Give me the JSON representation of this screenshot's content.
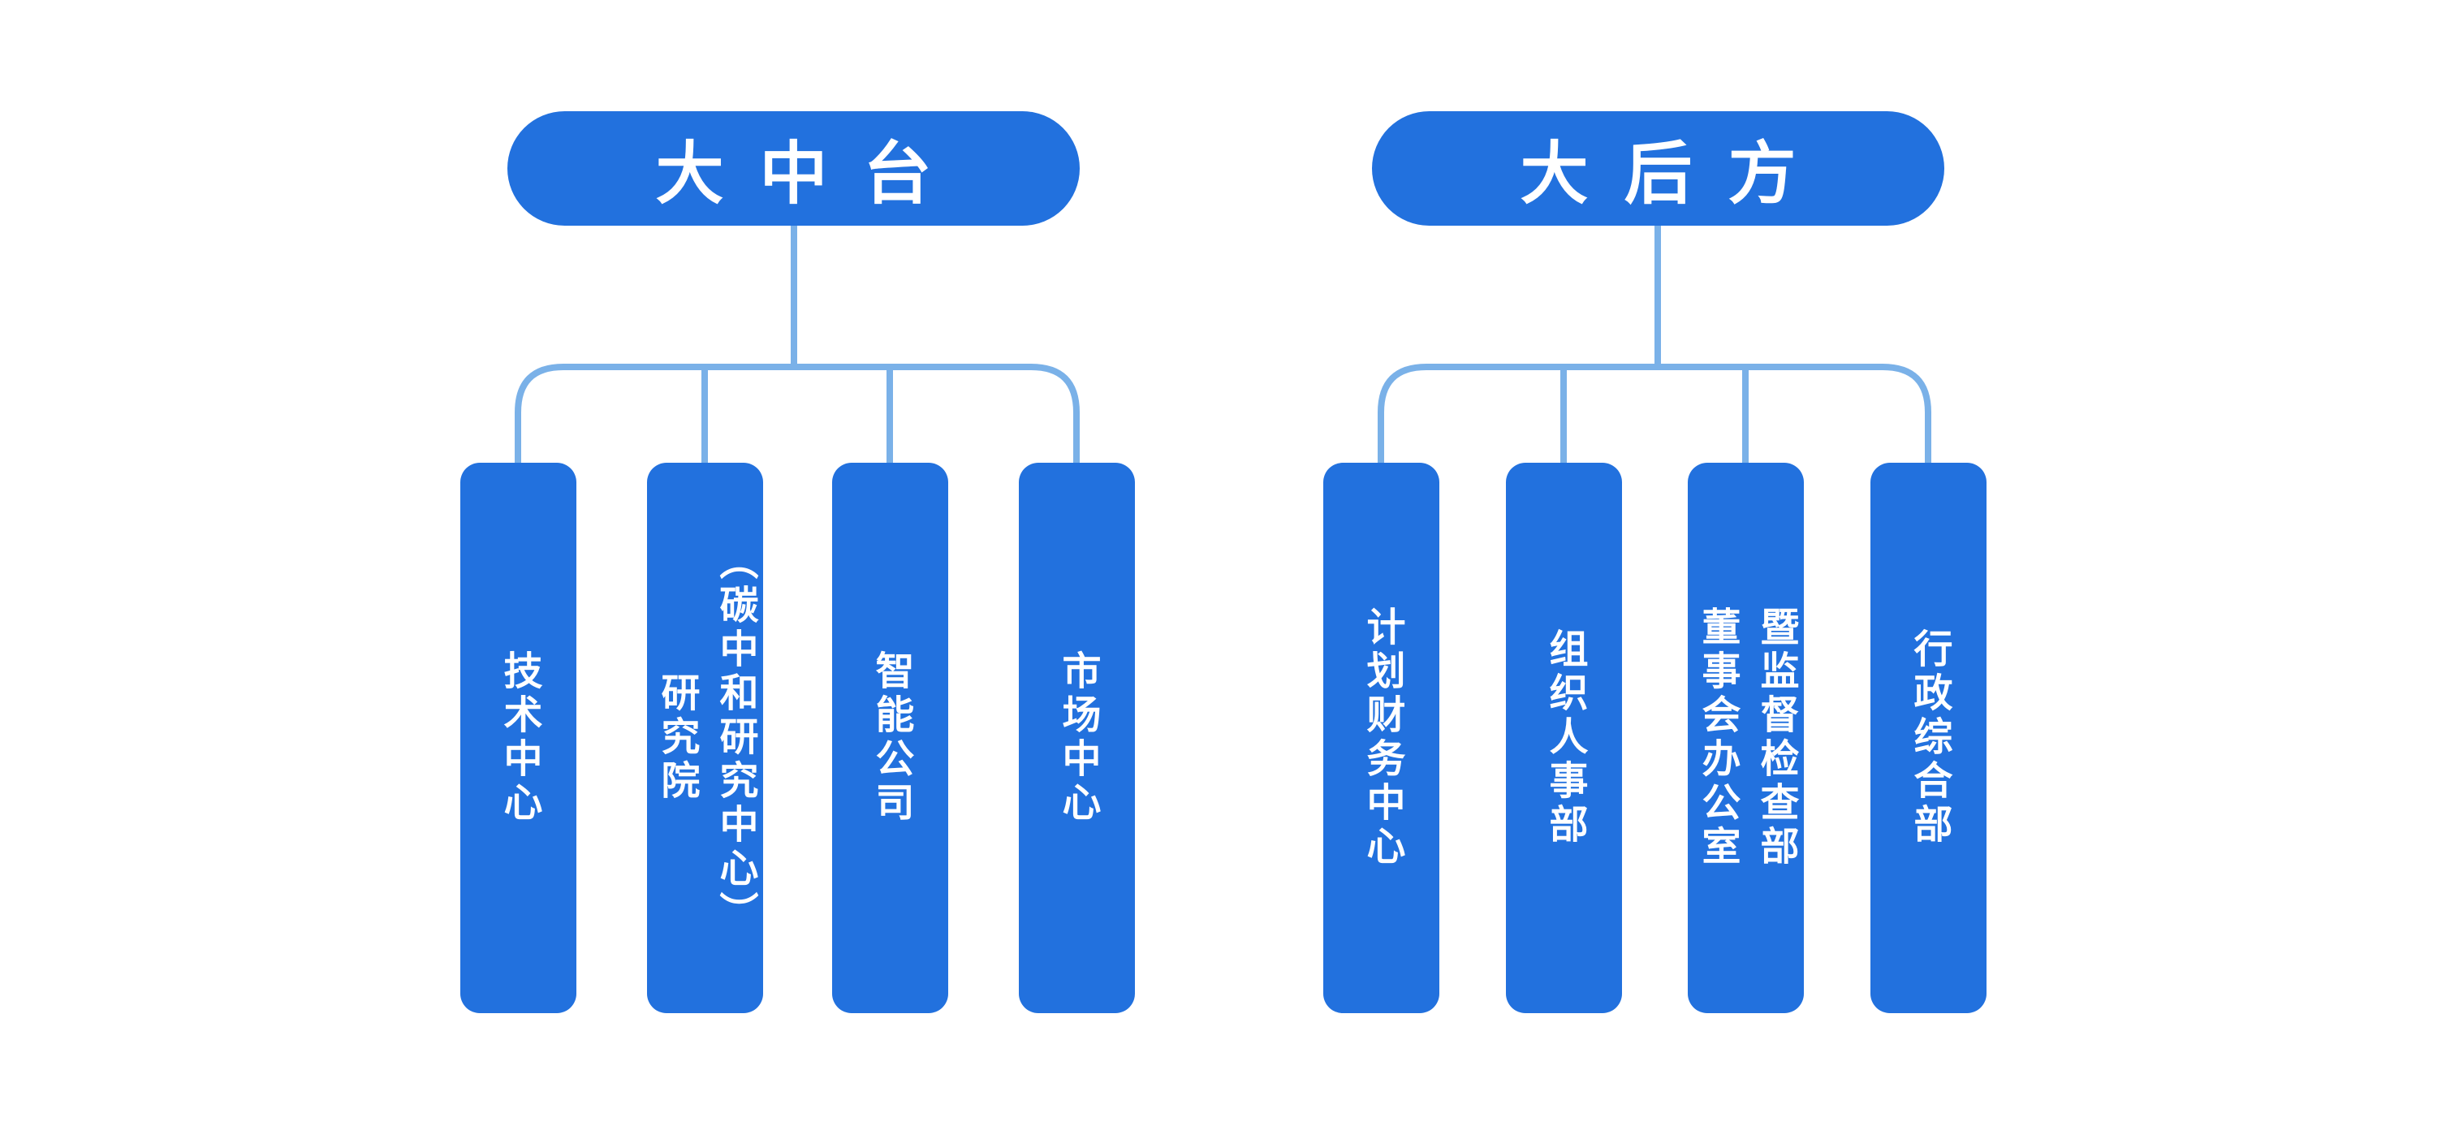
{
  "diagram": {
    "type": "org-chart",
    "background": "#ffffff",
    "colors": {
      "node_fill": "#2271DE",
      "node_text": "#ffffff",
      "connector": "#7AB1E8"
    },
    "groups": [
      {
        "header": {
          "label": "大中台"
        },
        "children": [
          {
            "text": "技术中心"
          },
          {
            "text": "研究院\n（碳中和研究中心）"
          },
          {
            "text": "智能公司"
          },
          {
            "text": "市场中心"
          }
        ]
      },
      {
        "header": {
          "label": "大后方"
        },
        "children": [
          {
            "text": "计划财务中心"
          },
          {
            "text": "组织人事部"
          },
          {
            "text": "董事会办公室\n暨监督检查部"
          },
          {
            "text": "行政综合部"
          }
        ]
      }
    ]
  }
}
